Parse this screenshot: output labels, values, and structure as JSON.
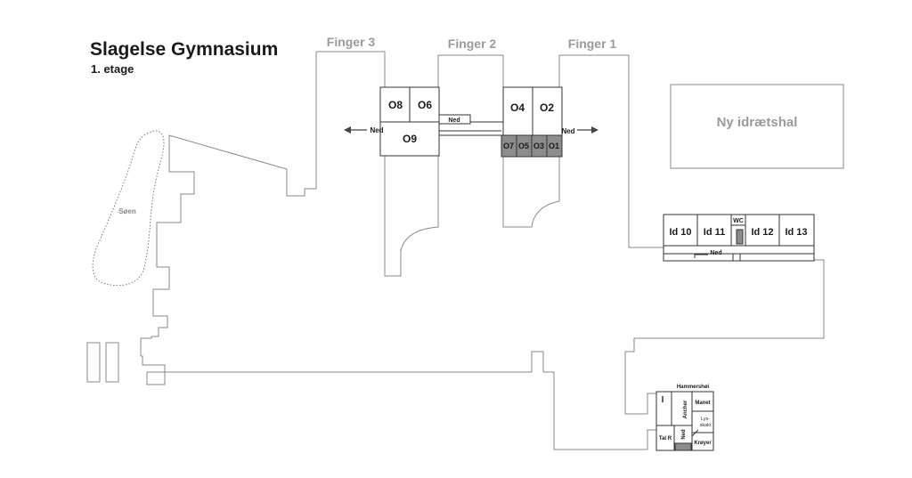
{
  "header": {
    "title": "Slagelse Gymnasium",
    "floor": "1. etage"
  },
  "fingers": [
    "Finger 3",
    "Finger 2",
    "Finger 1"
  ],
  "lake": "Søen",
  "hall": "Ny idrætshal",
  "rooms": {
    "o8": "O8",
    "o6": "O6",
    "o9": "O9",
    "o4": "O4",
    "o2": "O2",
    "o7": "O7",
    "o5": "O5",
    "o3": "O3",
    "o1": "O1",
    "id10": "Id 10",
    "id11": "Id 11",
    "wc": "WC",
    "id12": "Id 12",
    "id13": "Id 13",
    "hammershoi": "Hammershøi",
    "ancher": "Ancher",
    "manet": "Manet",
    "lysskakt_1": "Lys-",
    "lysskakt_2": "skakt",
    "talr": "Tal R",
    "kroyer": "Krøyer"
  },
  "stairs_label": "Ned"
}
